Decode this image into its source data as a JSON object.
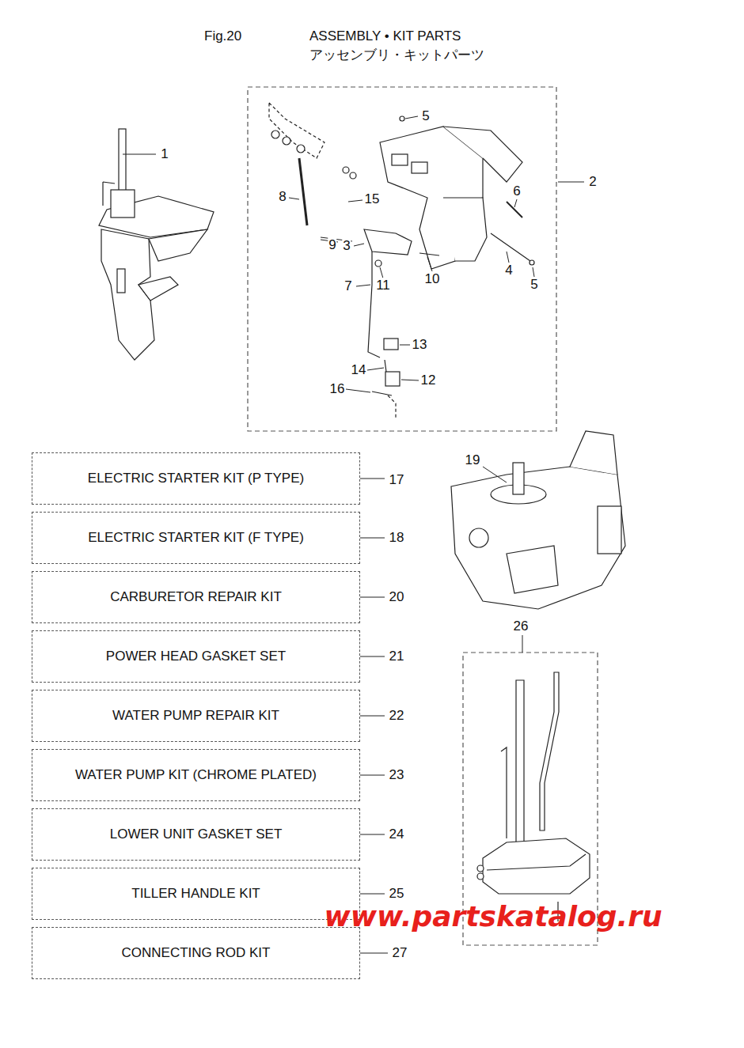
{
  "diagram": {
    "title": "ASSEMBLY • KIT PARTS",
    "nodes": [
      {
        "text": [
          "ELECTRIC STARTER KIT (P TYPE)"
        ]
      },
      {
        "text": [
          "ELECTRIC STARTER KIT (F TYPE)"
        ]
      },
      {
        "text": [
          "CARBURETOR REPAIR KIT"
        ]
      },
      {
        "text": [
          "POWER HEAD GASKET SET"
        ]
      },
      {
        "text": [
          "WATER PUMP REPAIR KIT"
        ]
      },
      {
        "text": [
          "WATER PUMP KIT (CHROME PLATED)"
        ]
      },
      {
        "text": [
          "LOWER UNIT GASKET SET"
        ]
      },
      {
        "text": [
          "TILLER HANDLE KIT"
        ]
      },
      {
        "text": [
          "CONNECTING ROD KIT"
        ]
      }
    ],
    "labels": [
      "Fig.20",
      "アッセンブリ・キットパーツ",
      "1",
      "2",
      "5",
      "8",
      "15",
      "6",
      "9",
      "3",
      "11",
      "10",
      "4",
      "5",
      "7",
      "13",
      "14",
      "12",
      "16",
      "19",
      "26",
      "17",
      "18",
      "20",
      "21",
      "22",
      "23",
      "24",
      "25",
      "27",
      "www.partskatalog.ru"
    ]
  }
}
